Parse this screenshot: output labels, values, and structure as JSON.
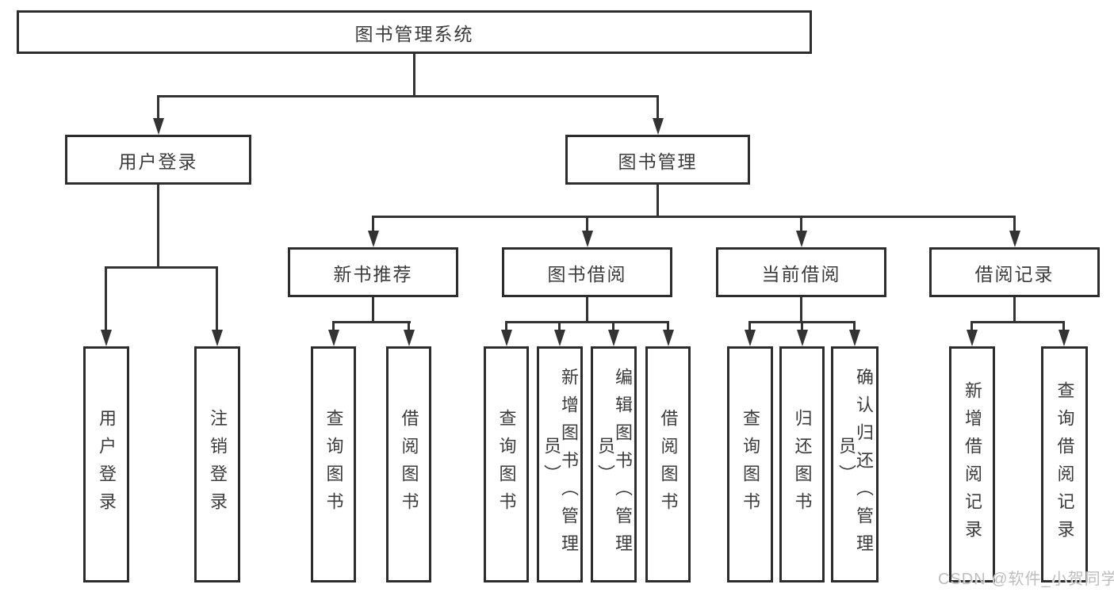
{
  "diagram_type": "functional-structure-tree",
  "nodes": {
    "root": "图书管理系统",
    "user_login": "用户登录",
    "book_mgmt": "图书管理",
    "new_book_rec": "新书推荐",
    "book_borrow": "图书借阅",
    "current_borrow": "当前借阅",
    "borrow_records": "借阅记录",
    "ul_login": "用户登录",
    "ul_logout": "注销登录",
    "nb_query": "查询图书",
    "nb_borrow": "借阅图书",
    "bb_query": "查询图书",
    "bb_add": "新增图书（管理员）",
    "bb_edit": "编辑图书（管理员）",
    "bb_borrow": "借阅图书",
    "cb_query": "查询图书",
    "cb_return": "归还图书",
    "cb_confirm": "确认归还（管理员）",
    "br_add": "新增借阅记录",
    "br_query": "查询借阅记录"
  },
  "hierarchy": {
    "图书管理系统": {
      "用户登录": [
        "用户登录",
        "注销登录"
      ],
      "图书管理": {
        "新书推荐": [
          "查询图书",
          "借阅图书"
        ],
        "图书借阅": [
          "查询图书",
          "新增图书（管理员）",
          "编辑图书（管理员）",
          "借阅图书"
        ],
        "当前借阅": [
          "查询图书",
          "归还图书",
          "确认归还（管理员）"
        ],
        "借阅记录": [
          "新增借阅记录",
          "查询借阅记录"
        ]
      }
    }
  },
  "watermark": "CSDN @软件_小贺同学",
  "colors": {
    "background": "#ffffff",
    "box_border": "#2d2d2d",
    "line": "#333333",
    "text": "#3b3b3b",
    "watermark": "#bdbdbd"
  }
}
